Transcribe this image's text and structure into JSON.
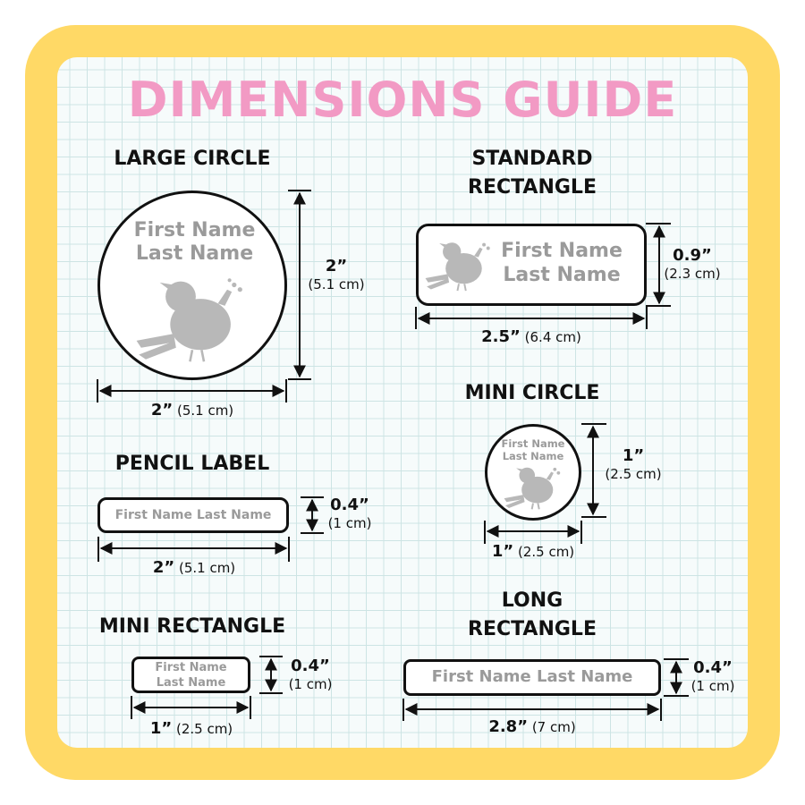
{
  "title": "DIMENSIONS GUIDE",
  "name_line1": "First Name",
  "name_line2": "Last Name",
  "name_full": "First Name Last Name",
  "colors": {
    "frame": "#ffd966",
    "title": "#f29ac4",
    "grid": "#cde4e4",
    "placeholder": "#9a9a9a"
  },
  "icons": [
    "bird-icon"
  ],
  "large_circle": {
    "heading": "LARGE CIRCLE",
    "height_in": "2”",
    "height_cm": "(5.1 cm)",
    "width_in": "2”",
    "width_cm": "(5.1 cm)"
  },
  "standard_rectangle": {
    "heading_line1": "STANDARD",
    "heading_line2": "RECTANGLE",
    "height_in": "0.9”",
    "height_cm": "(2.3 cm)",
    "width_in": "2.5”",
    "width_cm": "(6.4 cm)"
  },
  "mini_circle": {
    "heading": "MINI CIRCLE",
    "height_in": "1”",
    "height_cm": "(2.5 cm)",
    "width_in": "1”",
    "width_cm": "(2.5 cm)"
  },
  "pencil_label": {
    "heading": "PENCIL LABEL",
    "height_in": "0.4”",
    "height_cm": "(1 cm)",
    "width_in": "2”",
    "width_cm": "(5.1 cm)"
  },
  "mini_rectangle": {
    "heading": "MINI RECTANGLE",
    "height_in": "0.4”",
    "height_cm": "(1 cm)",
    "width_in": "1”",
    "width_cm": "(2.5 cm)"
  },
  "long_rectangle": {
    "heading_line1": "LONG",
    "heading_line2": "RECTANGLE",
    "height_in": "0.4”",
    "height_cm": "(1 cm)",
    "width_in": "2.8”",
    "width_cm": "(7 cm)"
  }
}
